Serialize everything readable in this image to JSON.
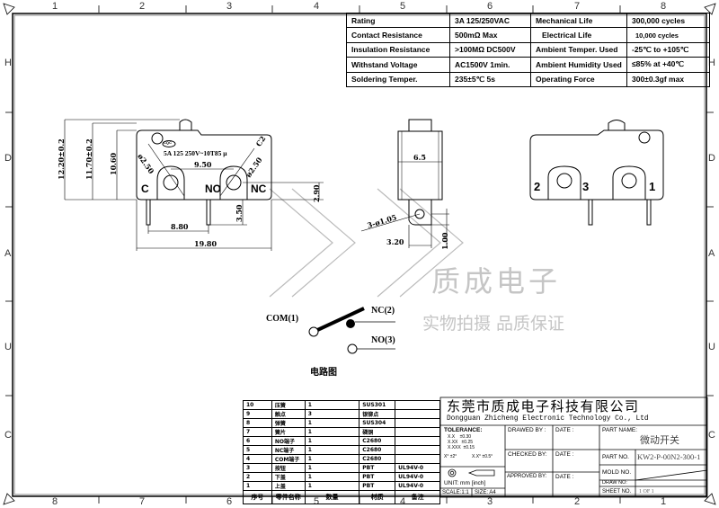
{
  "frame": {
    "top_numbers": [
      "1",
      "2",
      "3",
      "4",
      "5",
      "6",
      "7",
      "8"
    ],
    "bottom_numbers": [
      "8",
      "7",
      "6",
      "5",
      "4",
      "3",
      "2",
      "1"
    ],
    "side_letters": [
      "H",
      "D",
      "A",
      "U",
      "C"
    ]
  },
  "specs": [
    [
      "Rating",
      "3A  125/250VAC",
      "Mechanical Life",
      "300,000 cycles"
    ],
    [
      "Contact Resistance",
      "500mΩ  Max",
      "Electrical Life",
      "10,000 cycles"
    ],
    [
      "Insulation Resistance",
      ">100MΩ DC500V",
      "Ambient Temper. Used",
      "-25℃ to +105℃"
    ],
    [
      "Withstand Voltage",
      "AC1500V  1min.",
      "Ambient Humidity Used",
      "≤85% at +40℃"
    ],
    [
      "Soldering Temper.",
      "235±5℃ 5s",
      "Operating Force",
      "300±0.3gf max"
    ]
  ],
  "front_view": {
    "marking": "5A 125 250V~10T85 μ",
    "cert": "CQC",
    "pins": [
      "C",
      "NO",
      "NC"
    ],
    "dims": [
      "12.20±0.2",
      "11.70±0.2",
      "10.60",
      "9.50",
      "ø2.50",
      "ø2.50",
      "C2",
      "2.90",
      "3.50",
      "8.80",
      "19.80"
    ]
  },
  "side_view": {
    "dims": [
      "6.5",
      "3-ø1.05",
      "3.20",
      "1.00"
    ]
  },
  "rear_view": {
    "pins": [
      "2",
      "3",
      "1"
    ]
  },
  "circuit": {
    "title": "电路图",
    "com": "COM(1)",
    "nc": "NC(2)",
    "no": "NO(3)"
  },
  "watermark": {
    "name": "质成电子",
    "slogan": "实物拍摄 品质保证"
  },
  "bom": {
    "header": [
      "序号",
      "零件名称",
      "数量",
      "材质",
      "备注"
    ],
    "rows": [
      [
        "10",
        "压簧",
        "1",
        "SUS301",
        ""
      ],
      [
        "9",
        "触点",
        "3",
        "银铆点",
        ""
      ],
      [
        "8",
        "弹簧",
        "1",
        "SUS304",
        ""
      ],
      [
        "7",
        "簧片",
        "1",
        "磷铜",
        ""
      ],
      [
        "6",
        "NO端子",
        "1",
        "C2680",
        ""
      ],
      [
        "5",
        "NC端子",
        "1",
        "C2680",
        ""
      ],
      [
        "4",
        "COM端子",
        "1",
        "C2680",
        ""
      ],
      [
        "3",
        "按钮",
        "1",
        "PBT",
        "UL94V-0"
      ],
      [
        "2",
        "下盖",
        "1",
        "PBT",
        "UL94V-0"
      ],
      [
        "1",
        "上盖",
        "1",
        "PBT",
        "UL94V-0"
      ]
    ]
  },
  "title_block": {
    "company_cn": "东莞市质成电子科技有限公司",
    "company_en": "Dongguan Zhicheng Electronic Technology Co., Ltd",
    "tolerance_label": "TOLERANCE:",
    "tol": [
      "X.X    ±0.30",
      "X.XX   ±0.25",
      "X.XXX  ±0.15"
    ],
    "tol_angle": [
      "X° ±2°",
      "X.X° ±0.5°"
    ],
    "unit": "UNIT:  mm  [inch]",
    "scale": "SCALE:1:1",
    "size": "SIZE: A4",
    "drawed_by": "DRAWED BY :",
    "checked_by": "CHECKED BY:",
    "approved_by": "APPROVED BY:",
    "date": "DATE :",
    "part_name_label": "PART NAME:",
    "part_name": "微动开关",
    "part_no_label": "PART NO.",
    "part_no": "KW2-P-00N2-300-1",
    "mold_no_label": "MOLD NO.",
    "draw_no_label": "DRAW NO:",
    "sheet_no_label": "SHEET NO.",
    "sheet_no": "1 OF 1"
  }
}
